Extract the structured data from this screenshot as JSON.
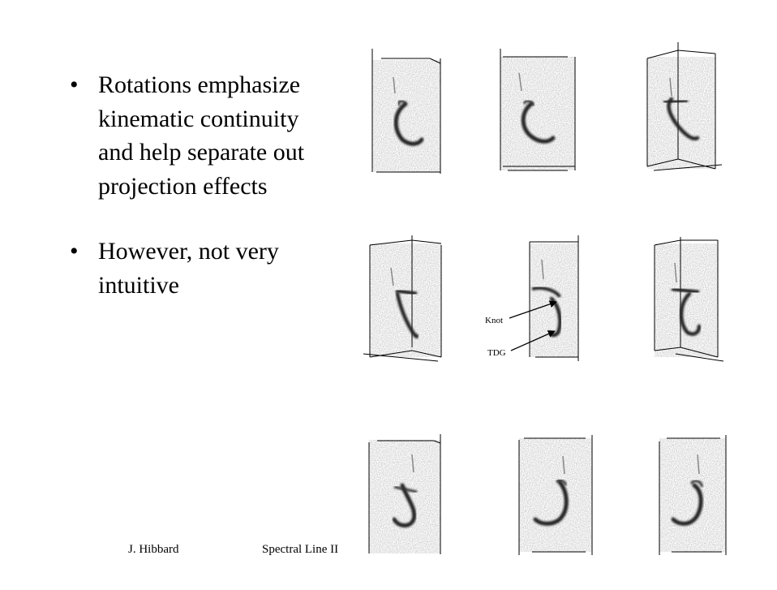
{
  "bullets": [
    {
      "marker": "•",
      "text": "Rotations emphasize kinematic continuity and help separate out projection effects"
    },
    {
      "marker": "•",
      "text": "However, not very intuitive"
    }
  ],
  "annotations": {
    "knot": "Knot",
    "tdg": "TDG"
  },
  "footer": {
    "author": "J. Hibbard",
    "title": "Spectral Line II"
  },
  "colors": {
    "ink": "#000000",
    "background": "#ffffff",
    "panel_noise": "#bdbdbd"
  }
}
